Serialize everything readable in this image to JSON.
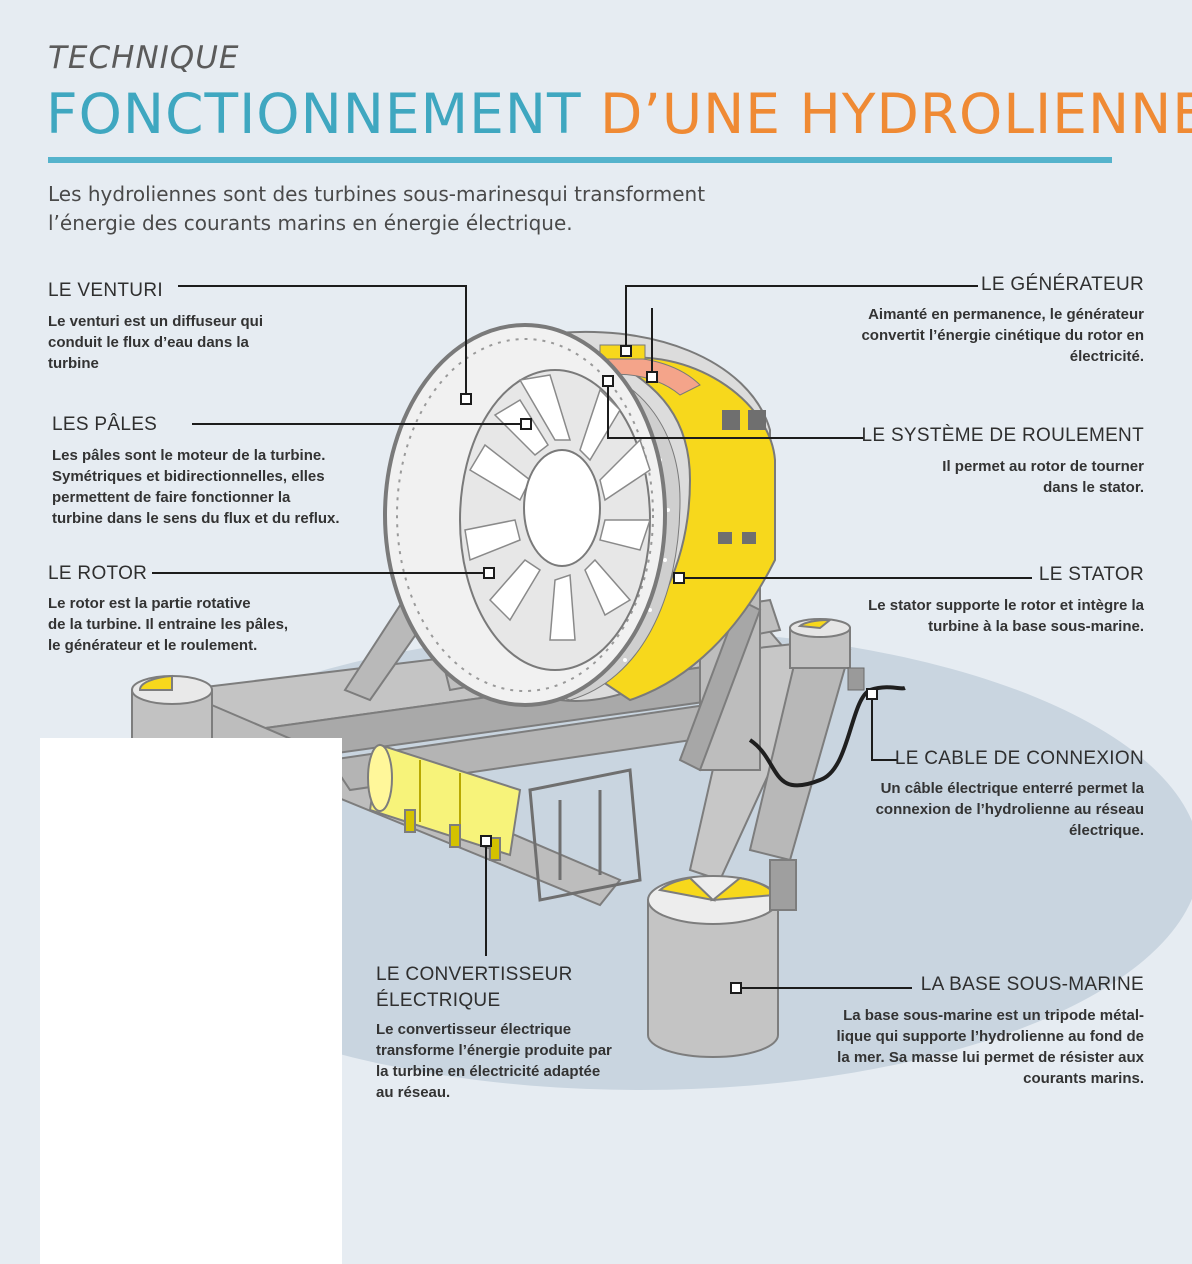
{
  "header": {
    "eyebrow": "TECHNIQUE",
    "title_part1": "FONCTIONNEMENT ",
    "title_part2": "D’UNE HYDROLIENNE",
    "intro_line1": "Les hydroliennes sont des turbines sous-marinesqui transforment",
    "intro_line2": "l’énergie des courants marins en énergie électrique."
  },
  "colors": {
    "title_blue": "#3fa7c0",
    "title_orange": "#ef8a34",
    "accent_yellow": "#f7d81c",
    "steel_grey": "#bcbcbc",
    "background": "#e6ecf2"
  },
  "callouts": {
    "venturi": {
      "label": "LE VENTURI",
      "lines": [
        "Le venturi est un diffuseur qui",
        "conduit le flux d’eau dans la",
        "turbine"
      ]
    },
    "pales": {
      "label": "LES PÂLES",
      "lines": [
        "Les pâles sont le moteur de la turbine.",
        "Symétriques et bidirectionnelles, elles",
        "permettent de faire fonctionner la",
        "turbine  dans le sens du flux et du reflux."
      ]
    },
    "rotor": {
      "label": "LE ROTOR",
      "lines": [
        "Le rotor est la partie rotative",
        "de la turbine. Il entraine les pâles,",
        "le générateur et le roulement."
      ]
    },
    "generateur": {
      "label": "LE GÉNÉRATEUR",
      "lines": [
        "Aimanté en permanence, le générateur",
        "convertit l’énergie cinétique du rotor en",
        "électricité."
      ]
    },
    "roulement": {
      "label": "LE SYSTÈME DE ROULEMENT",
      "lines": [
        "Il permet au rotor de tourner",
        "dans le stator."
      ]
    },
    "stator": {
      "label": "LE STATOR",
      "lines": [
        "Le stator supporte le rotor et intègre la",
        "turbine à la base sous-marine."
      ]
    },
    "cable": {
      "label": "LE CABLE DE CONNEXION",
      "lines": [
        "Un câble électrique enterré permet la",
        "connexion de l’hydrolienne au réseau",
        "électrique."
      ]
    },
    "convertisseur": {
      "label_line1": "LE CONVERTISSEUR",
      "label_line2": "ÉLECTRIQUE",
      "lines": [
        "Le convertisseur électrique",
        "transforme l’énergie produite par",
        "la turbine en électricité adaptée",
        "au réseau."
      ]
    },
    "base": {
      "label": "LA BASE SOUS-MARINE",
      "lines": [
        "La base sous-marine est un tripode métal-",
        "lique qui supporte l’hydrolienne au fond de",
        "la mer. Sa masse lui permet de résister aux",
        "courants marins."
      ]
    }
  }
}
